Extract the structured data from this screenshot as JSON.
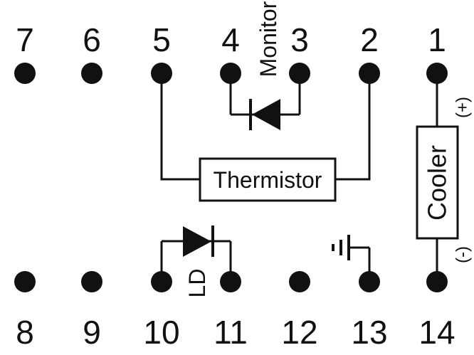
{
  "colors": {
    "ink": "#111111",
    "background": "#ffffff"
  },
  "pins": {
    "top": [
      "7",
      "6",
      "5",
      "4",
      "3",
      "2",
      "1"
    ],
    "bottom": [
      "8",
      "9",
      "10",
      "11",
      "12",
      "13",
      "14"
    ]
  },
  "components": {
    "monitor_label": "Monitor",
    "thermistor_label": "Thermistor",
    "cooler_label": "Cooler",
    "ld_label": "LD",
    "cooler_plus_label": "(+)",
    "cooler_minus_label": "(-)"
  }
}
